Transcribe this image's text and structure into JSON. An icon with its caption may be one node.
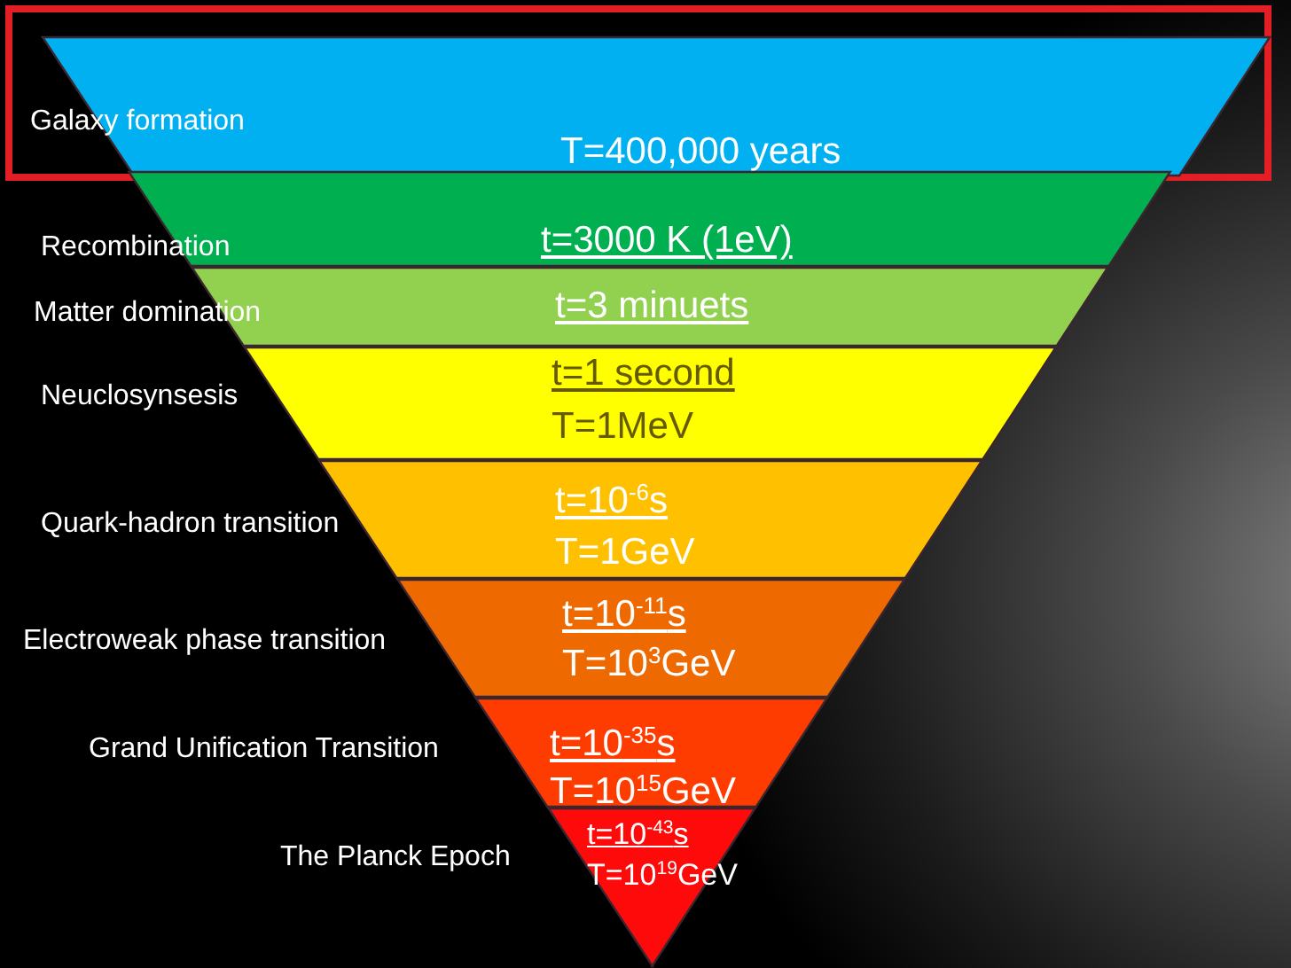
{
  "diagram": {
    "nodes": [
      {
        "text": [],
        "shape": "box"
      },
      {
        "text": [
          "Galaxy formation",
          "T=400,000 years"
        ],
        "in": 0
      },
      {
        "text": [
          "Recombination",
          "t=3000 K (1eV)"
        ]
      },
      {
        "text": [
          "Matter domination",
          "t=3 minuets"
        ]
      },
      {
        "text": [
          "Neuclosynsesis",
          "t=1 second",
          "T=1MeV"
        ]
      },
      {
        "text": [
          "Quark-hadron transition",
          "t=10$^{-6}$s",
          "T=1GeV"
        ]
      },
      {
        "text": [
          "Electroweak phase transition",
          "t=10$^{-11}$s",
          "T=10$^{3}$GeV"
        ]
      },
      {
        "text": [
          "Grand Unification Transition",
          "t=10$^{-35}$s",
          "T=10$^{15}$GeV"
        ]
      },
      {
        "text": [
          "The Planck Epoch",
          "t=10$^{-43}$s",
          "T=10$^{19}$GeV"
        ]
      }
    ]
  }
}
